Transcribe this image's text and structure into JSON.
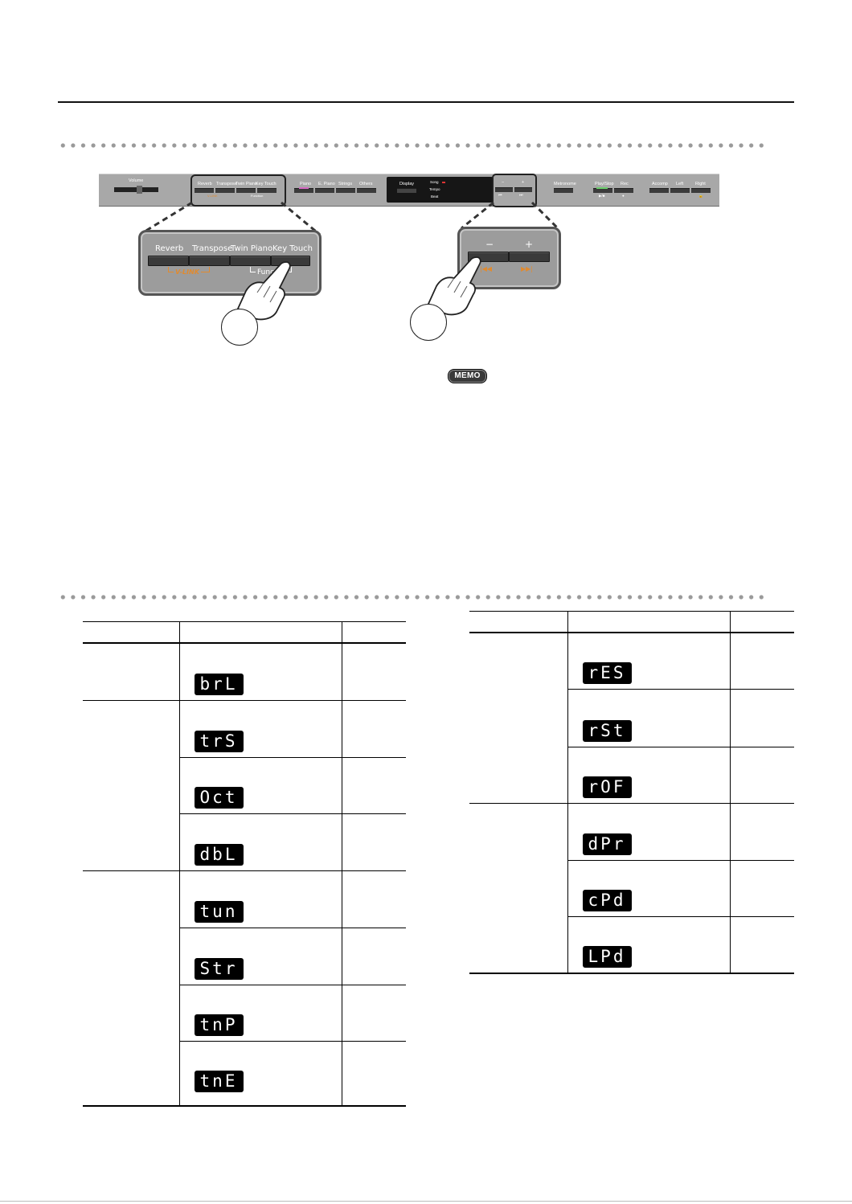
{
  "panel": {
    "volume_label": "Volume",
    "group1": [
      "Reverb",
      "Transpose",
      "Twin Piano",
      "Key Touch"
    ],
    "group1_sub": [
      "V-LINK",
      "Function"
    ],
    "group2": [
      "Piano",
      "E. Piano",
      "Strings",
      "Others"
    ],
    "display_label": "Display",
    "display_modes": [
      "Song",
      "Tempo",
      "Beat"
    ],
    "minus_plus": [
      "−",
      "+"
    ],
    "minus_plus_sub": [
      "⏮",
      "⏭"
    ],
    "group3": [
      "Metronome",
      "Play/Stop",
      "Rec"
    ],
    "group3_sub": [
      "▶/■",
      "●"
    ],
    "group4": [
      "Accomp",
      "Left",
      "Right"
    ],
    "group4_sub": [
      "🔒"
    ]
  },
  "callout_left": {
    "labels": [
      "Reverb",
      "Transpose",
      "Twin Piano",
      "Key Touch"
    ],
    "vlink": "V-LINK",
    "function": "Function"
  },
  "callout_right": {
    "labels": [
      "−",
      "+"
    ],
    "sub": [
      "|◀◀",
      "▶▶|"
    ]
  },
  "memo_badge": "MEMO",
  "table_left": {
    "rows": [
      "brL",
      "trS",
      "Oct",
      "dbL",
      "tun",
      "Str",
      "tnP",
      "tnE"
    ]
  },
  "table_right": {
    "rows": [
      "rES",
      "rSt",
      "rOF",
      "dPr",
      "cPd",
      "LPd"
    ]
  },
  "colors": {
    "accent": "#e08a2f",
    "lcd_bg": "#000000",
    "panel": "#a8a8a8"
  }
}
